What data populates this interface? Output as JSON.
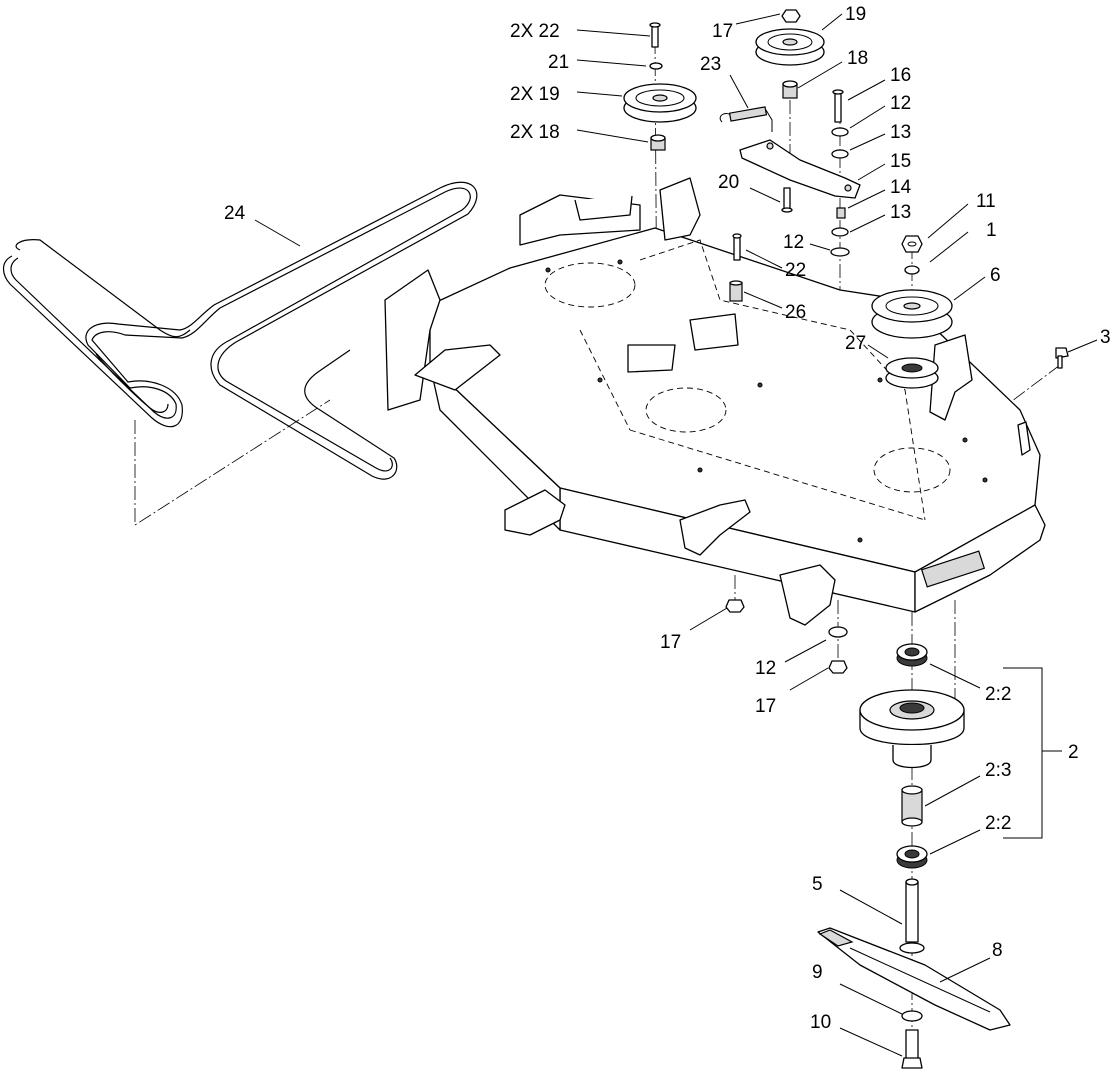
{
  "callouts": [
    {
      "id": "c-2x22",
      "text": "2X 22"
    },
    {
      "id": "c-21",
      "text": "21"
    },
    {
      "id": "c-2x19",
      "text": "2X 19"
    },
    {
      "id": "c-2x18",
      "text": "2X 18"
    },
    {
      "id": "c-17-top",
      "text": "17"
    },
    {
      "id": "c-19-top",
      "text": "19"
    },
    {
      "id": "c-18-top",
      "text": "18"
    },
    {
      "id": "c-23",
      "text": "23"
    },
    {
      "id": "c-16",
      "text": "16"
    },
    {
      "id": "c-12-a",
      "text": "12"
    },
    {
      "id": "c-13-a",
      "text": "13"
    },
    {
      "id": "c-15",
      "text": "15"
    },
    {
      "id": "c-20",
      "text": "20"
    },
    {
      "id": "c-14",
      "text": "14"
    },
    {
      "id": "c-13-b",
      "text": "13"
    },
    {
      "id": "c-11",
      "text": "11"
    },
    {
      "id": "c-12-b",
      "text": "12"
    },
    {
      "id": "c-1",
      "text": "1"
    },
    {
      "id": "c-22",
      "text": "22"
    },
    {
      "id": "c-26",
      "text": "26"
    },
    {
      "id": "c-6",
      "text": "6"
    },
    {
      "id": "c-24",
      "text": "24"
    },
    {
      "id": "c-27",
      "text": "27"
    },
    {
      "id": "c-3",
      "text": "3"
    },
    {
      "id": "c-17-mid",
      "text": "17"
    },
    {
      "id": "c-12-c",
      "text": "12"
    },
    {
      "id": "c-17-low",
      "text": "17"
    },
    {
      "id": "c-2-2-a",
      "text": "2:2"
    },
    {
      "id": "c-2",
      "text": "2"
    },
    {
      "id": "c-2-3",
      "text": "2:3"
    },
    {
      "id": "c-2-2-b",
      "text": "2:2"
    },
    {
      "id": "c-5",
      "text": "5"
    },
    {
      "id": "c-8",
      "text": "8"
    },
    {
      "id": "c-9",
      "text": "9"
    },
    {
      "id": "c-10",
      "text": "10"
    }
  ]
}
